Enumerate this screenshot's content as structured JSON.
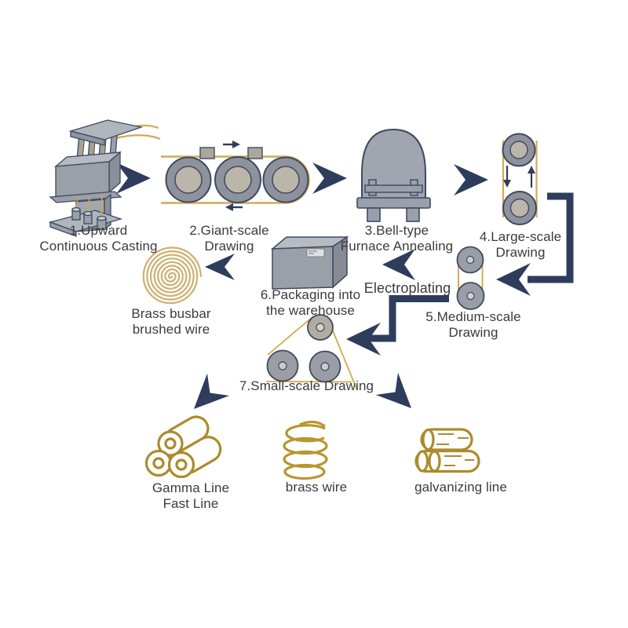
{
  "colors": {
    "arrow_navy": "#2e3d5c",
    "outline_navy": "#3e4962",
    "machine_gray": "#9aa0ab",
    "roller_ring_gray": "#8e929c",
    "roller_core_tan": "#bcb5a9",
    "belt_gold": "#d2ab55",
    "product_gold": "#ab8b2c",
    "spiral_tan": "#ccb171",
    "text": "#3b3b3b",
    "background": "#ffffff"
  },
  "flow": {
    "stages": [
      {
        "id": 1,
        "label": "1.Upward\nContinuous Casting",
        "icon": "upward-casting-machine-icon"
      },
      {
        "id": 2,
        "label": "2.Giant-scale\nDrawing",
        "icon": "giant-drawing-rollers-icon"
      },
      {
        "id": 3,
        "label": "3.Bell-type\nFurnace Annealing",
        "icon": "bell-furnace-icon"
      },
      {
        "id": 4,
        "label": "4.Large-scale\nDrawing",
        "icon": "large-drawing-rollers-icon"
      },
      {
        "id": 5,
        "label": "5.Medium-scale\nDrawing",
        "icon": "medium-drawing-rollers-icon"
      },
      {
        "id": 6,
        "label": "6.Packaging into\nthe warehouse",
        "icon": "warehouse-box-icon"
      },
      {
        "id": 7,
        "label": "7.Small-scale Drawing",
        "icon": "small-drawing-rollers-icon"
      }
    ],
    "process_label": "Electroplating",
    "byproduct": {
      "label": "Brass busbar\nbrushed wire",
      "icon": "wire-coil-spiral-icon"
    },
    "products": [
      {
        "label": "Gamma Line\nFast Line",
        "icon": "wire-rolls-icon"
      },
      {
        "label": "brass wire",
        "icon": "wire-spring-icon"
      },
      {
        "label": "galvanizing line",
        "icon": "wire-logs-icon"
      }
    ]
  }
}
